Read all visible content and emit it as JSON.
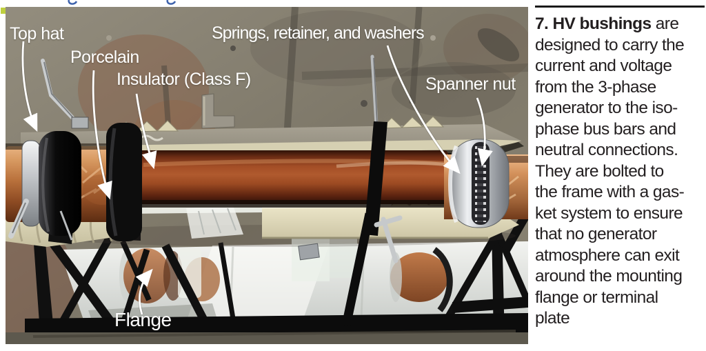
{
  "photo": {
    "labels": {
      "top_hat": "Top hat",
      "porcelain": "Porcelain",
      "insulator": "Insulator (Class F)",
      "springs": "Springs, retainer, and washers",
      "spanner_nut": "Spanner nut",
      "flange": "Flange"
    }
  },
  "caption": {
    "lead_bold": "7. HV bushings",
    "lines": [
      " are",
      "designed to carry the",
      "current and voltage",
      "from the 3-phase",
      "generator to the iso-",
      "phase bus bars and",
      "neutral connections.",
      "They are bolted to",
      "the frame with a gas-",
      "ket system to ensure",
      "that no generator",
      "atmosphere can exit",
      "around the mounting",
      "flange or terminal",
      "plate"
    ]
  },
  "colors": {
    "caption_text": "#231f20",
    "label_text": "#ffffff",
    "rule_black": "#1a1a1a",
    "floor_grey": "#87816f",
    "frame_black": "#111111",
    "copper": "#c98b58",
    "insulator_brown": "#9c4a22",
    "porcelain_cream": "#ded8bc",
    "spanner_silver": "#c2c6ca",
    "remnant_blue": "#3f63ac",
    "corner_speck": "#bfcf3e"
  }
}
